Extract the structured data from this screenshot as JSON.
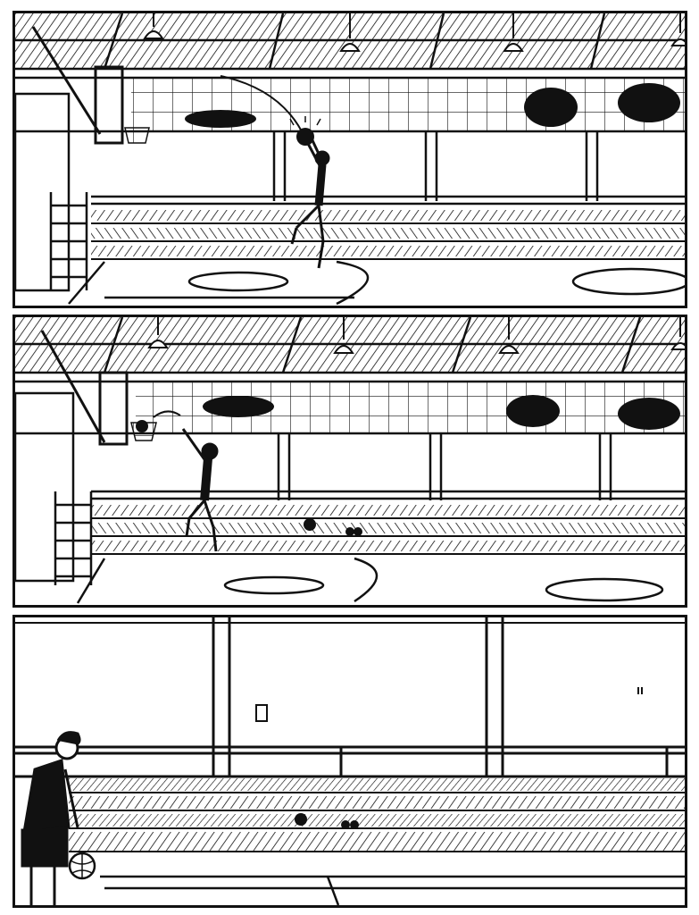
{
  "page": {
    "kind": "wordless comic page",
    "panel_count": 3
  },
  "panels": [
    {
      "name": "panel-shot-release"
    },
    {
      "name": "panel-ball-in-hoop"
    },
    {
      "name": "panel-dribble-closeup"
    }
  ],
  "colors": {
    "ink": "#111111",
    "paper": "#ffffff"
  },
  "icons": [
    "basketball-icon",
    "ceiling-lamp-icon",
    "hoop-icon",
    "player-figure"
  ]
}
